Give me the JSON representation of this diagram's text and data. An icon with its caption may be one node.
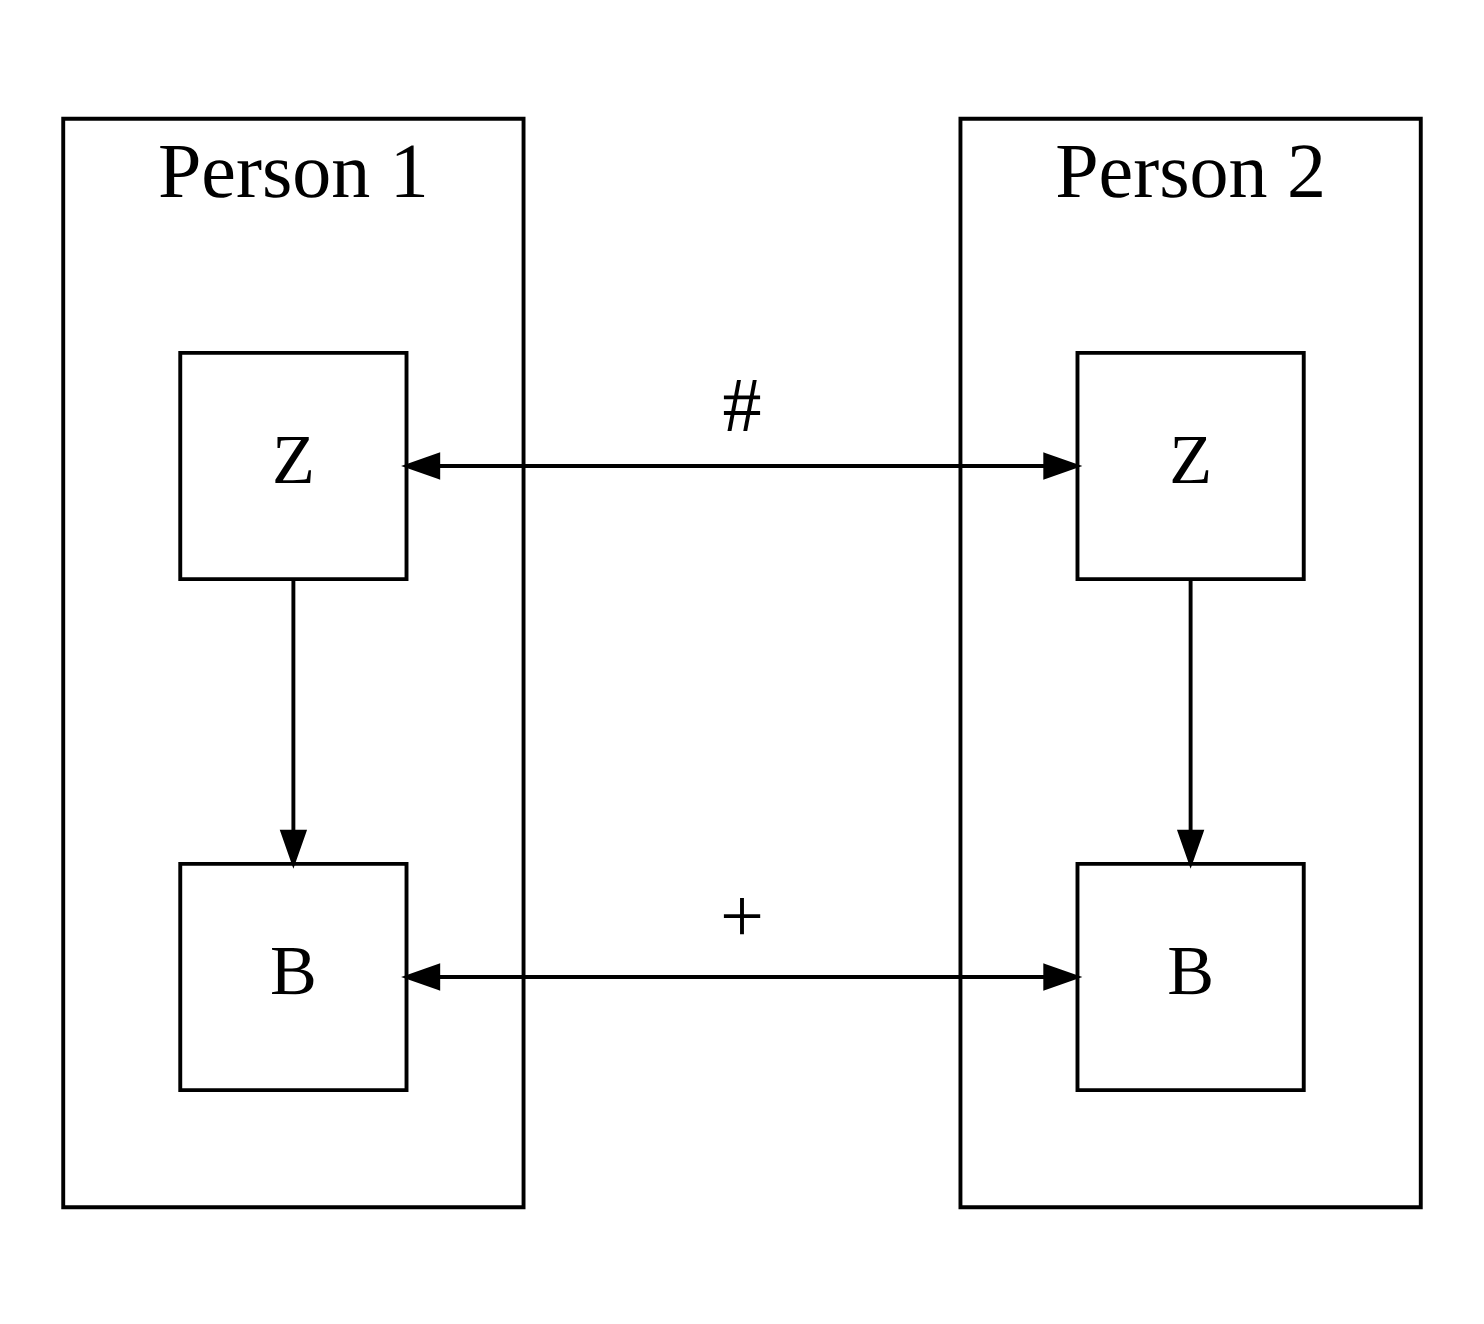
{
  "diagram": {
    "nodes": [
      {
        "text": [
          "Person 1"
        ]
      },
      {
        "text": [
          "Z"
        ],
        "in": 0
      },
      {
        "text": [
          "B"
        ],
        "in": 0
      },
      {
        "text": [
          "Person 2"
        ]
      },
      {
        "text": [
          "Z"
        ],
        "in": 3
      },
      {
        "text": [
          "B"
        ],
        "in": 3
      }
    ],
    "edges": [
      {
        "from": 1,
        "to": 4,
        "arrow": "both",
        "label": "#"
      },
      {
        "from": 1,
        "to": 2,
        "arrow": "to"
      },
      {
        "from": 4,
        "to": 5,
        "arrow": "to"
      },
      {
        "from": 2,
        "to": 5,
        "arrow": "both",
        "label": "+"
      }
    ]
  }
}
